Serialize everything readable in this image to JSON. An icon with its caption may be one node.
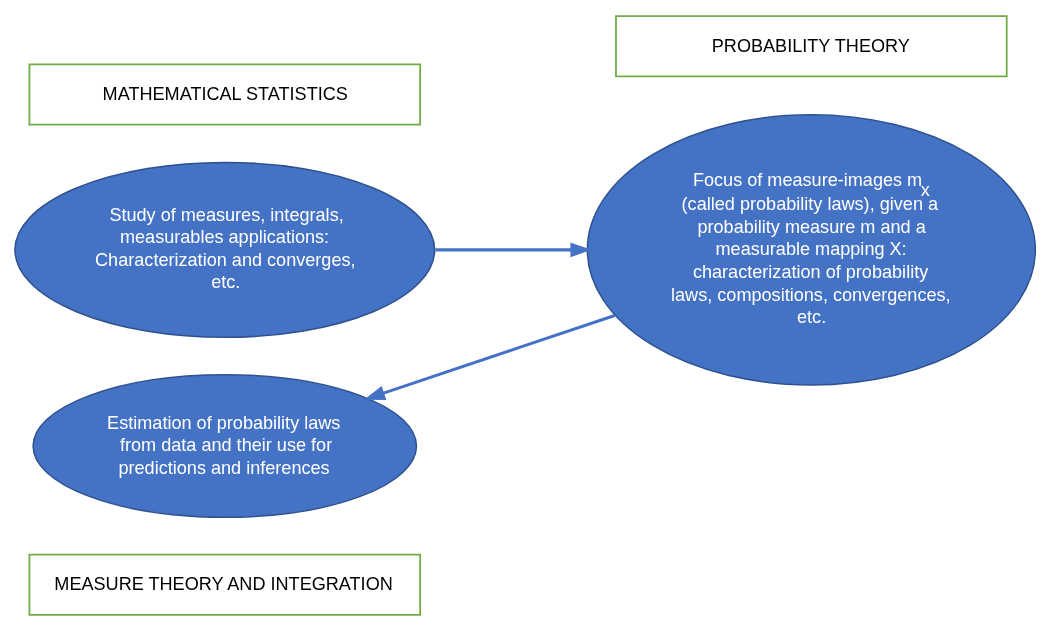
{
  "diagram": {
    "nodes": [
      {
        "text": [
          "MEASURE THEORY AND INTEGRATION"
        ]
      },
      {
        "text": [
          "Study of measures, integrals, measurables applications: Characterization and converges, etc."
        ]
      },
      {
        "text": [
          "PROBABILITY THEORY"
        ]
      },
      {
        "text": [
          "Focus of measure-images m$_{x}$ (called probability laws), given a probability measure m and a measurable mapping X: characterization of probability laws, compositions, convergences, etc."
        ]
      },
      {
        "text": [
          "MATHEMATICAL STATISTICS"
        ]
      },
      {
        "text": [
          "Estimation of probability laws from data and their use for predictions and inferences"
        ]
      }
    ],
    "edges": [
      {
        "from": 1,
        "to": 3,
        "arrow": "to"
      },
      {
        "from": 3,
        "to": 5,
        "arrow": "to"
      }
    ]
  }
}
